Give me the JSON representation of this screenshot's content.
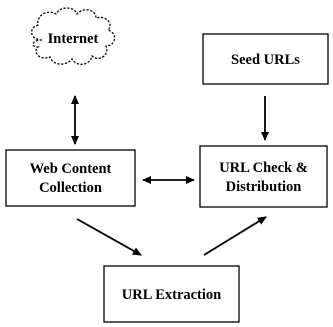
{
  "nodes": {
    "internet": {
      "label": "Internet"
    },
    "seed_urls": {
      "label": "Seed URLs"
    },
    "web_content_collection": {
      "line1": "Web Content",
      "line2": "Collection"
    },
    "url_check_distribution": {
      "line1": "URL Check &",
      "line2": "Distribution"
    },
    "url_extraction": {
      "label": "URL Extraction"
    }
  },
  "edges": [
    {
      "from": "internet",
      "to": "web_content_collection",
      "direction": "bidirectional"
    },
    {
      "from": "seed_urls",
      "to": "url_check_distribution",
      "direction": "forward"
    },
    {
      "from": "web_content_collection",
      "to": "url_check_distribution",
      "direction": "bidirectional"
    },
    {
      "from": "web_content_collection",
      "to": "url_extraction",
      "direction": "forward"
    },
    {
      "from": "url_extraction",
      "to": "url_check_distribution",
      "direction": "forward"
    }
  ],
  "colors": {
    "stroke": "#000000",
    "background": "#ffffff"
  }
}
